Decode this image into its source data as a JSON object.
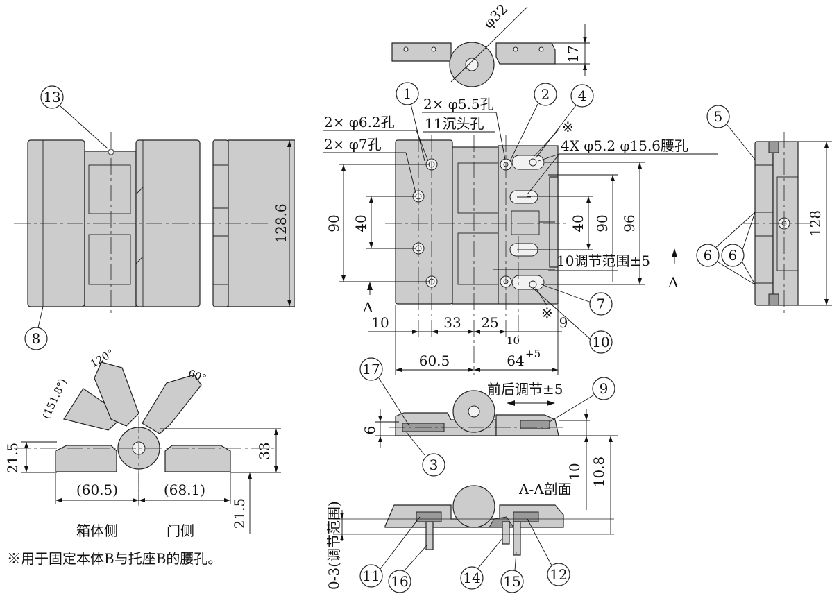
{
  "callouts": [
    "13",
    "8",
    "1",
    "2",
    "4",
    "5",
    "6",
    "7",
    "10",
    "12",
    "9",
    "17",
    "3",
    "11",
    "16",
    "14",
    "15"
  ],
  "hole_labels": {
    "h1": "2× φ5.5孔",
    "h2": "11沉头孔",
    "h3": "2× φ6.2孔",
    "h4": "2× φ7孔",
    "h5": "4X φ5.2 φ15.6腰孔"
  },
  "marks": {
    "star": "※",
    "section_mark": "A"
  },
  "dims": {
    "phi32": "φ32",
    "d17": "17",
    "d128_6": "128.6",
    "d90a": "90",
    "d40a": "40",
    "d40b": "40",
    "d90b": "90",
    "d96": "96",
    "d128": "128",
    "adj": "10调节范围±5",
    "d10": "10",
    "d33": "33",
    "d25": "25",
    "d10s": "10",
    "d9": "9",
    "d60_5": "60.5",
    "d64": "64",
    "d64_tol": "+5",
    "front_back": "前后调节±5",
    "d6": "6",
    "d10v": "10",
    "d10_8": "10.8",
    "section": "A-A剖面",
    "range03": "0-3(调节范围)",
    "d21_5a": "21.5",
    "d33b": "33",
    "d21_5b": "21.5",
    "d60_5p": "(60.5)",
    "d68_1p": "(68.1)",
    "ang120": "120°",
    "ang151": "(151.8°)",
    "ang60": "60°"
  },
  "side_labels": {
    "box": "箱体侧",
    "door": "门侧"
  },
  "note": "※用于固定本体B与托座B的腰孔。"
}
